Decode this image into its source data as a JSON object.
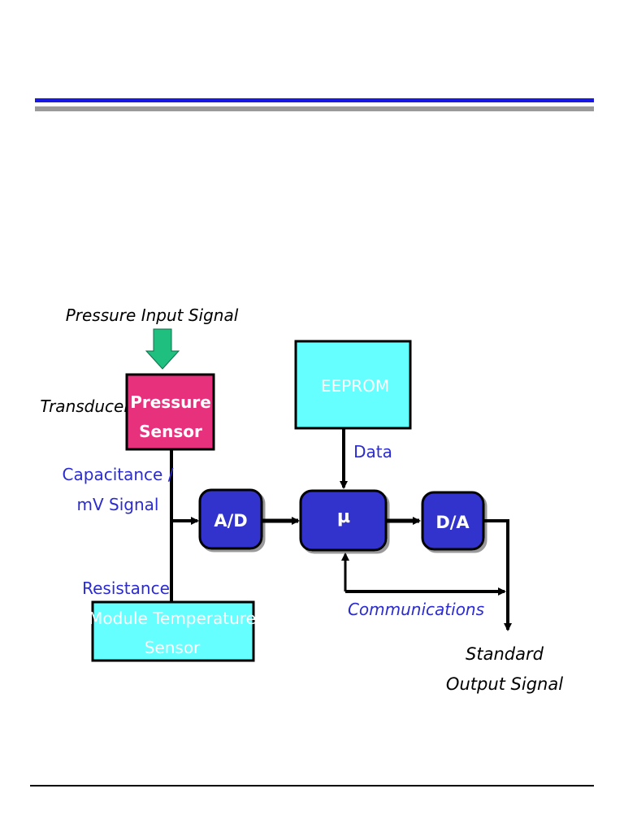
{
  "header": {
    "rule_colors": {
      "primary": "#1717e6",
      "secondary": "#9a9a9a"
    }
  },
  "diagram": {
    "input_signal": "Pressure Input Signal",
    "transducer": "Transducer",
    "pressure_sensor": {
      "line1": "Pressure",
      "line2": "Sensor"
    },
    "capacitance_signal": {
      "line1": "Capacitance /",
      "line2": "mV Signal"
    },
    "resistance": "Resistance",
    "temperature_sensor": {
      "line1": "Module Temperature",
      "line2": "Sensor"
    },
    "ad_converter": "A/D",
    "microprocessor": "µ",
    "da_converter": "D/A",
    "eeprom": "EEPROM",
    "data_label": "Data",
    "communications": "Communications",
    "output_signal": {
      "line1": "Standard",
      "line2": "Output Signal"
    },
    "colors": {
      "sensor_fill": "#e8317c",
      "processing_fill": "#3333cc",
      "memory_fill": "#66ffff",
      "signal_text": "#2b2bd1",
      "input_arrow": "#1fbf7f"
    }
  }
}
